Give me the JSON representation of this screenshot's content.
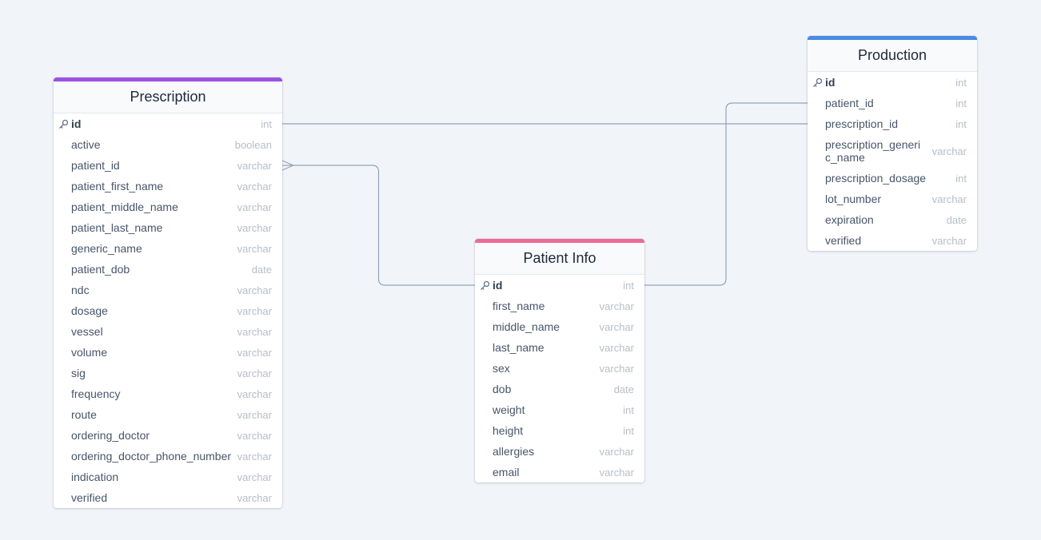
{
  "colors": {
    "background": "#f1f5f9",
    "prescription_accent": "#9b51e0",
    "production_accent": "#4a8ae0",
    "patient_info_accent": "#eb6b93",
    "relationship_line": "#94a3b8"
  },
  "icons": {
    "primary_key": "key-icon"
  },
  "tables": {
    "prescription": {
      "title": "Prescription",
      "columns": [
        {
          "name": "id",
          "type": "int",
          "primary_key": true
        },
        {
          "name": "active",
          "type": "boolean"
        },
        {
          "name": "patient_id",
          "type": "varchar"
        },
        {
          "name": "patient_first_name",
          "type": "varchar"
        },
        {
          "name": "patient_middle_name",
          "type": "varchar"
        },
        {
          "name": "patient_last_name",
          "type": "varchar"
        },
        {
          "name": "generic_name",
          "type": "varchar"
        },
        {
          "name": "patient_dob",
          "type": "date"
        },
        {
          "name": "ndc",
          "type": "varchar"
        },
        {
          "name": "dosage",
          "type": "varchar"
        },
        {
          "name": "vessel",
          "type": "varchar"
        },
        {
          "name": "volume",
          "type": "varchar"
        },
        {
          "name": "sig",
          "type": "varchar"
        },
        {
          "name": "frequency",
          "type": "varchar"
        },
        {
          "name": "route",
          "type": "varchar"
        },
        {
          "name": "ordering_doctor",
          "type": "varchar"
        },
        {
          "name": "ordering_doctor_phone_number",
          "type": "varchar"
        },
        {
          "name": "indication",
          "type": "varchar"
        },
        {
          "name": "verified",
          "type": "varchar"
        }
      ]
    },
    "production": {
      "title": "Production",
      "columns": [
        {
          "name": "id",
          "type": "int",
          "primary_key": true
        },
        {
          "name": "patient_id",
          "type": "int"
        },
        {
          "name": "prescription_id",
          "type": "int"
        },
        {
          "name": "prescription_generic_name",
          "display": "prescription_generi\nc_name",
          "type": "varchar"
        },
        {
          "name": "prescription_dosage",
          "type": "int"
        },
        {
          "name": "lot_number",
          "type": "varchar"
        },
        {
          "name": "expiration",
          "type": "date"
        },
        {
          "name": "verified",
          "type": "varchar"
        }
      ]
    },
    "patient_info": {
      "title": "Patient Info",
      "columns": [
        {
          "name": "id",
          "type": "int",
          "primary_key": true
        },
        {
          "name": "first_name",
          "type": "varchar"
        },
        {
          "name": "middle_name",
          "type": "varchar"
        },
        {
          "name": "last_name",
          "type": "varchar"
        },
        {
          "name": "sex",
          "type": "varchar"
        },
        {
          "name": "dob",
          "type": "date"
        },
        {
          "name": "weight",
          "type": "int"
        },
        {
          "name": "height",
          "type": "int"
        },
        {
          "name": "allergies",
          "type": "varchar"
        },
        {
          "name": "email",
          "type": "varchar"
        }
      ]
    }
  },
  "relationships": [
    {
      "from": "prescription.id",
      "to": "production.prescription_id",
      "cardinality": "one-to-one"
    },
    {
      "from": "prescription.patient_id",
      "to": "patient_info.id",
      "cardinality": "many-to-one"
    },
    {
      "from": "patient_info.id",
      "to": "production.patient_id",
      "cardinality": "one-to-one"
    }
  ]
}
